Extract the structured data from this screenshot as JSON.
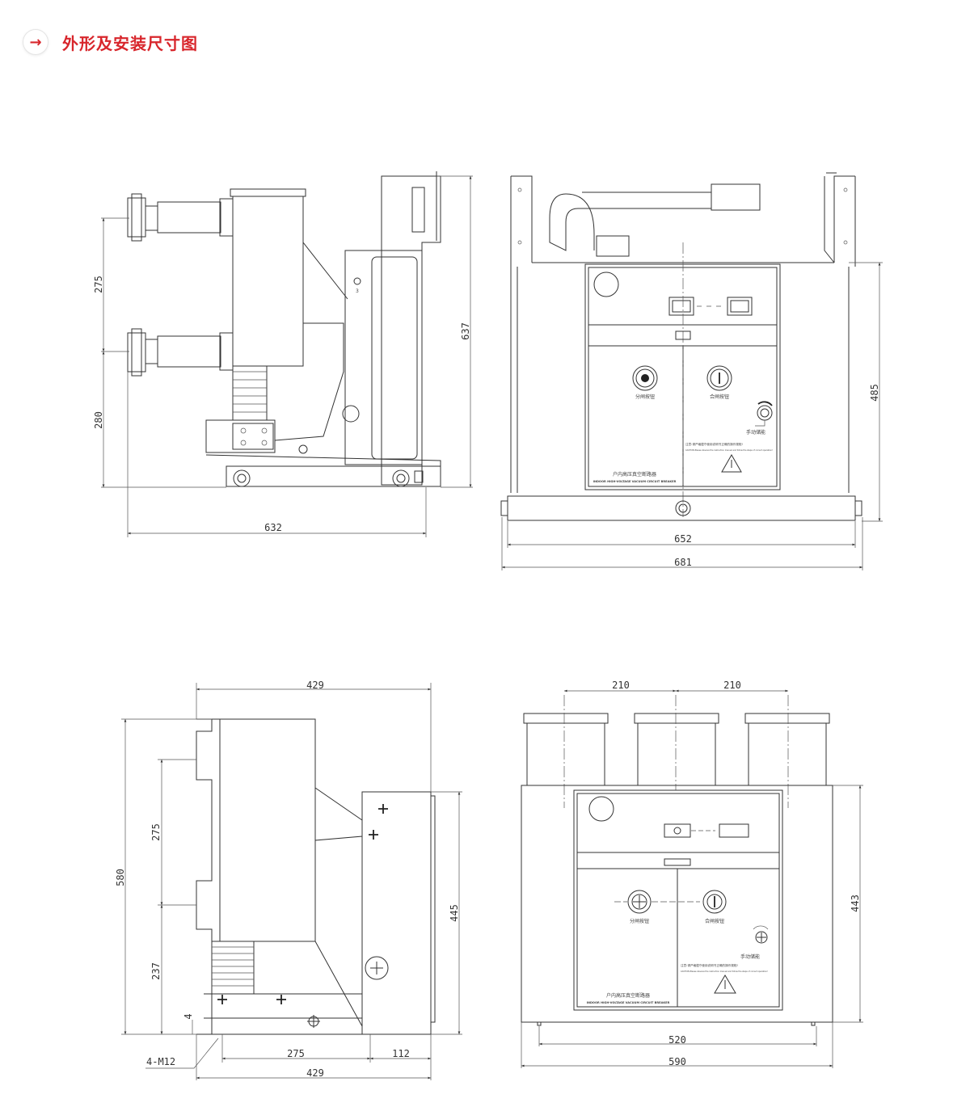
{
  "header": {
    "icon": "arrow-right-icon",
    "title": "外形及安装尺寸图"
  },
  "accent_color": "#d8262c",
  "views": {
    "side_top": {
      "dims": {
        "upper_pitch": "275",
        "lower_height": "280",
        "total_height": "637",
        "depth": "632"
      },
      "mark": "3"
    },
    "front_top": {
      "dims": {
        "height": "485",
        "inner_width": "652",
        "outer_width": "681"
      },
      "panel": {
        "open_button": "分闸按钮",
        "close_button": "合闸按钮",
        "manual_charge": "手动储能",
        "warning_cn": "注意:请严格遵守使用说明书正确的操作规程!",
        "warning_en": "CAUTION:Please observe the instruction manual and follow the steps of correct operation!",
        "product_cn": "户内高压真空断路器",
        "product_en": "INDOOR HIGH-VOLTAGE VACUUM CIRCUIT BREAKER"
      }
    },
    "side_bottom": {
      "dims": {
        "top_depth": "429",
        "total_height": "580",
        "upper_pitch": "275",
        "lower_height": "237",
        "offset": "4",
        "body_height": "445",
        "bolt": "4-M12",
        "hole_spacing": "275",
        "rear_offset": "112",
        "bottom_depth": "429"
      }
    },
    "front_bottom": {
      "dims": {
        "pole_pitch_left": "210",
        "pole_pitch_right": "210",
        "height": "443",
        "inner_width": "520",
        "outer_width": "590"
      },
      "panel": {
        "open_button": "分闸按钮",
        "close_button": "合闸按钮",
        "manual_charge": "手动储能",
        "warning_cn": "注意:请严格遵守使用说明书正确的操作规程!",
        "warning_en": "CAUTION:Please observe the instruction manual and follow the steps of correct operation!",
        "product_cn": "户内高压真空断路器",
        "product_en": "INDOOR HIGH-VOLTAGE VACUUM CIRCUIT BREAKER"
      }
    }
  }
}
